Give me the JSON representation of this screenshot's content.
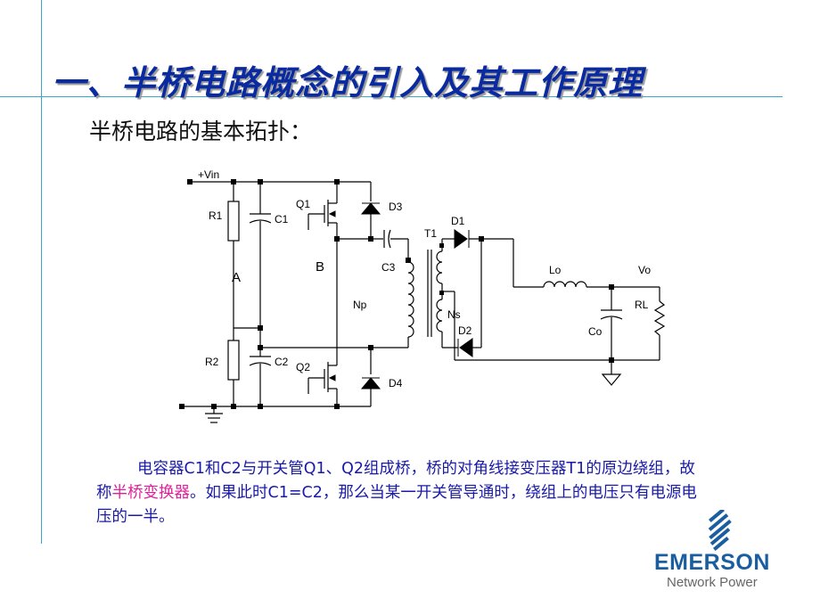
{
  "slide": {
    "title": "一、半桥电路概念的引入及其工作原理",
    "subtitle": "半桥电路的基本拓扑："
  },
  "circuit": {
    "vin": "+Vin",
    "R1": "R1",
    "R2": "R2",
    "C1": "C1",
    "C2": "C2",
    "C3": "C3",
    "Q1": "Q1",
    "Q2": "Q2",
    "D1": "D1",
    "D2": "D2",
    "D3": "D3",
    "D4": "D4",
    "T1": "T1",
    "Np": "Np",
    "Ns": "Ns",
    "Lo": "Lo",
    "Vo": "Vo",
    "Co": "Co",
    "RL": "RL",
    "A": "A",
    "B": "B"
  },
  "description": {
    "part1": "电容器C1和C2与开关管Q1、Q2组成桥，桥的对角线接变压器T1的原边绕组，故称",
    "highlight": "半桥变换器",
    "part2": "。如果此时C1=C2，那么当某一开关管导通时，绕组上的电压只有电源电压的一半。"
  },
  "logo": {
    "name": "EMERSON",
    "sub": "Network Power"
  },
  "colors": {
    "title": "#0a2aa0",
    "rule": "#3aa7c9",
    "text": "#1a1aa8",
    "highlight": "#e0209a",
    "logo": "#1a5ea0"
  }
}
